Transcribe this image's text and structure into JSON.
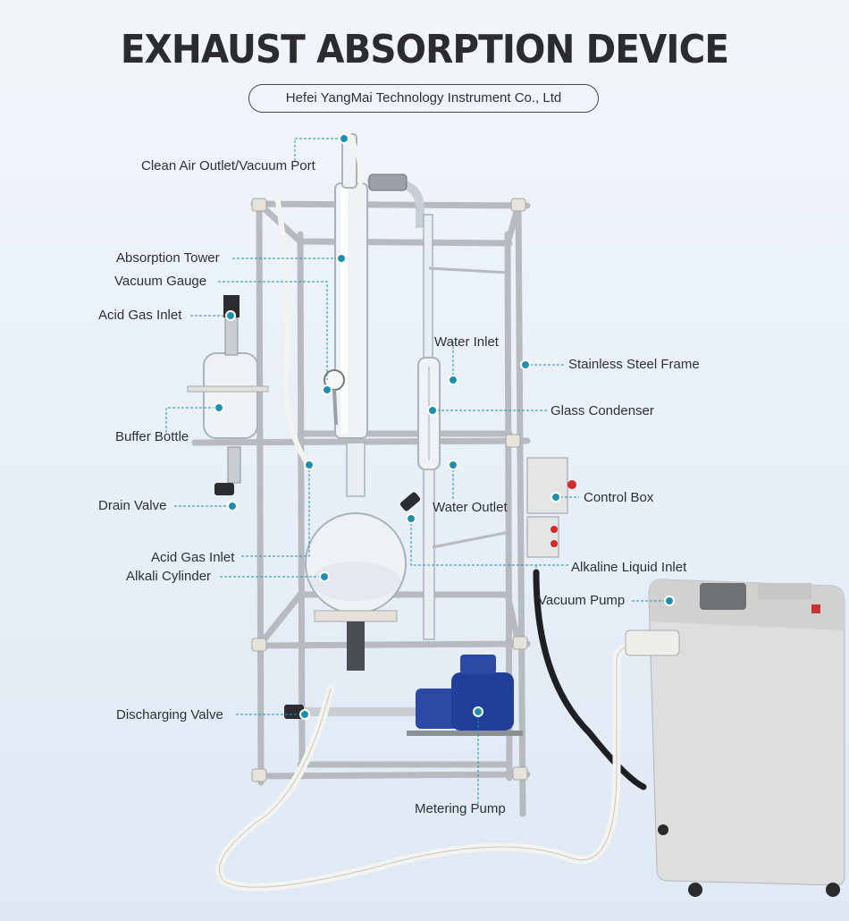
{
  "header": {
    "title": "EXHAUST ABSORPTION DEVICE",
    "subtitle": "Hefei YangMai Technology Instrument Co., Ltd"
  },
  "labels": {
    "clean_air_outlet": "Clean Air Outlet/Vacuum Port",
    "absorption_tower": "Absorption Tower",
    "vacuum_gauge": "Vacuum Gauge",
    "acid_gas_inlet_top": "Acid Gas Inlet",
    "water_inlet": "Water Inlet",
    "stainless_frame": "Stainless Steel Frame",
    "glass_condenser": "Glass Condenser",
    "buffer_bottle": "Buffer Bottle",
    "control_box": "Control Box",
    "drain_valve": "Drain Valve",
    "water_outlet": "Water Outlet",
    "acid_gas_inlet_lower": "Acid Gas Inlet",
    "alkali_cylinder": "Alkali Cylinder",
    "alkaline_liquid_inlet": "Alkaline Liquid Inlet",
    "vacuum_pump": "Vacuum Pump",
    "discharging_valve": "Discharging  Valve",
    "metering_pump": "Metering Pump"
  },
  "colors": {
    "marker": "#1f8fb0",
    "leader": "#1f8fb0",
    "frame": "#b9bcc0",
    "motor": "#1f3f9a"
  }
}
